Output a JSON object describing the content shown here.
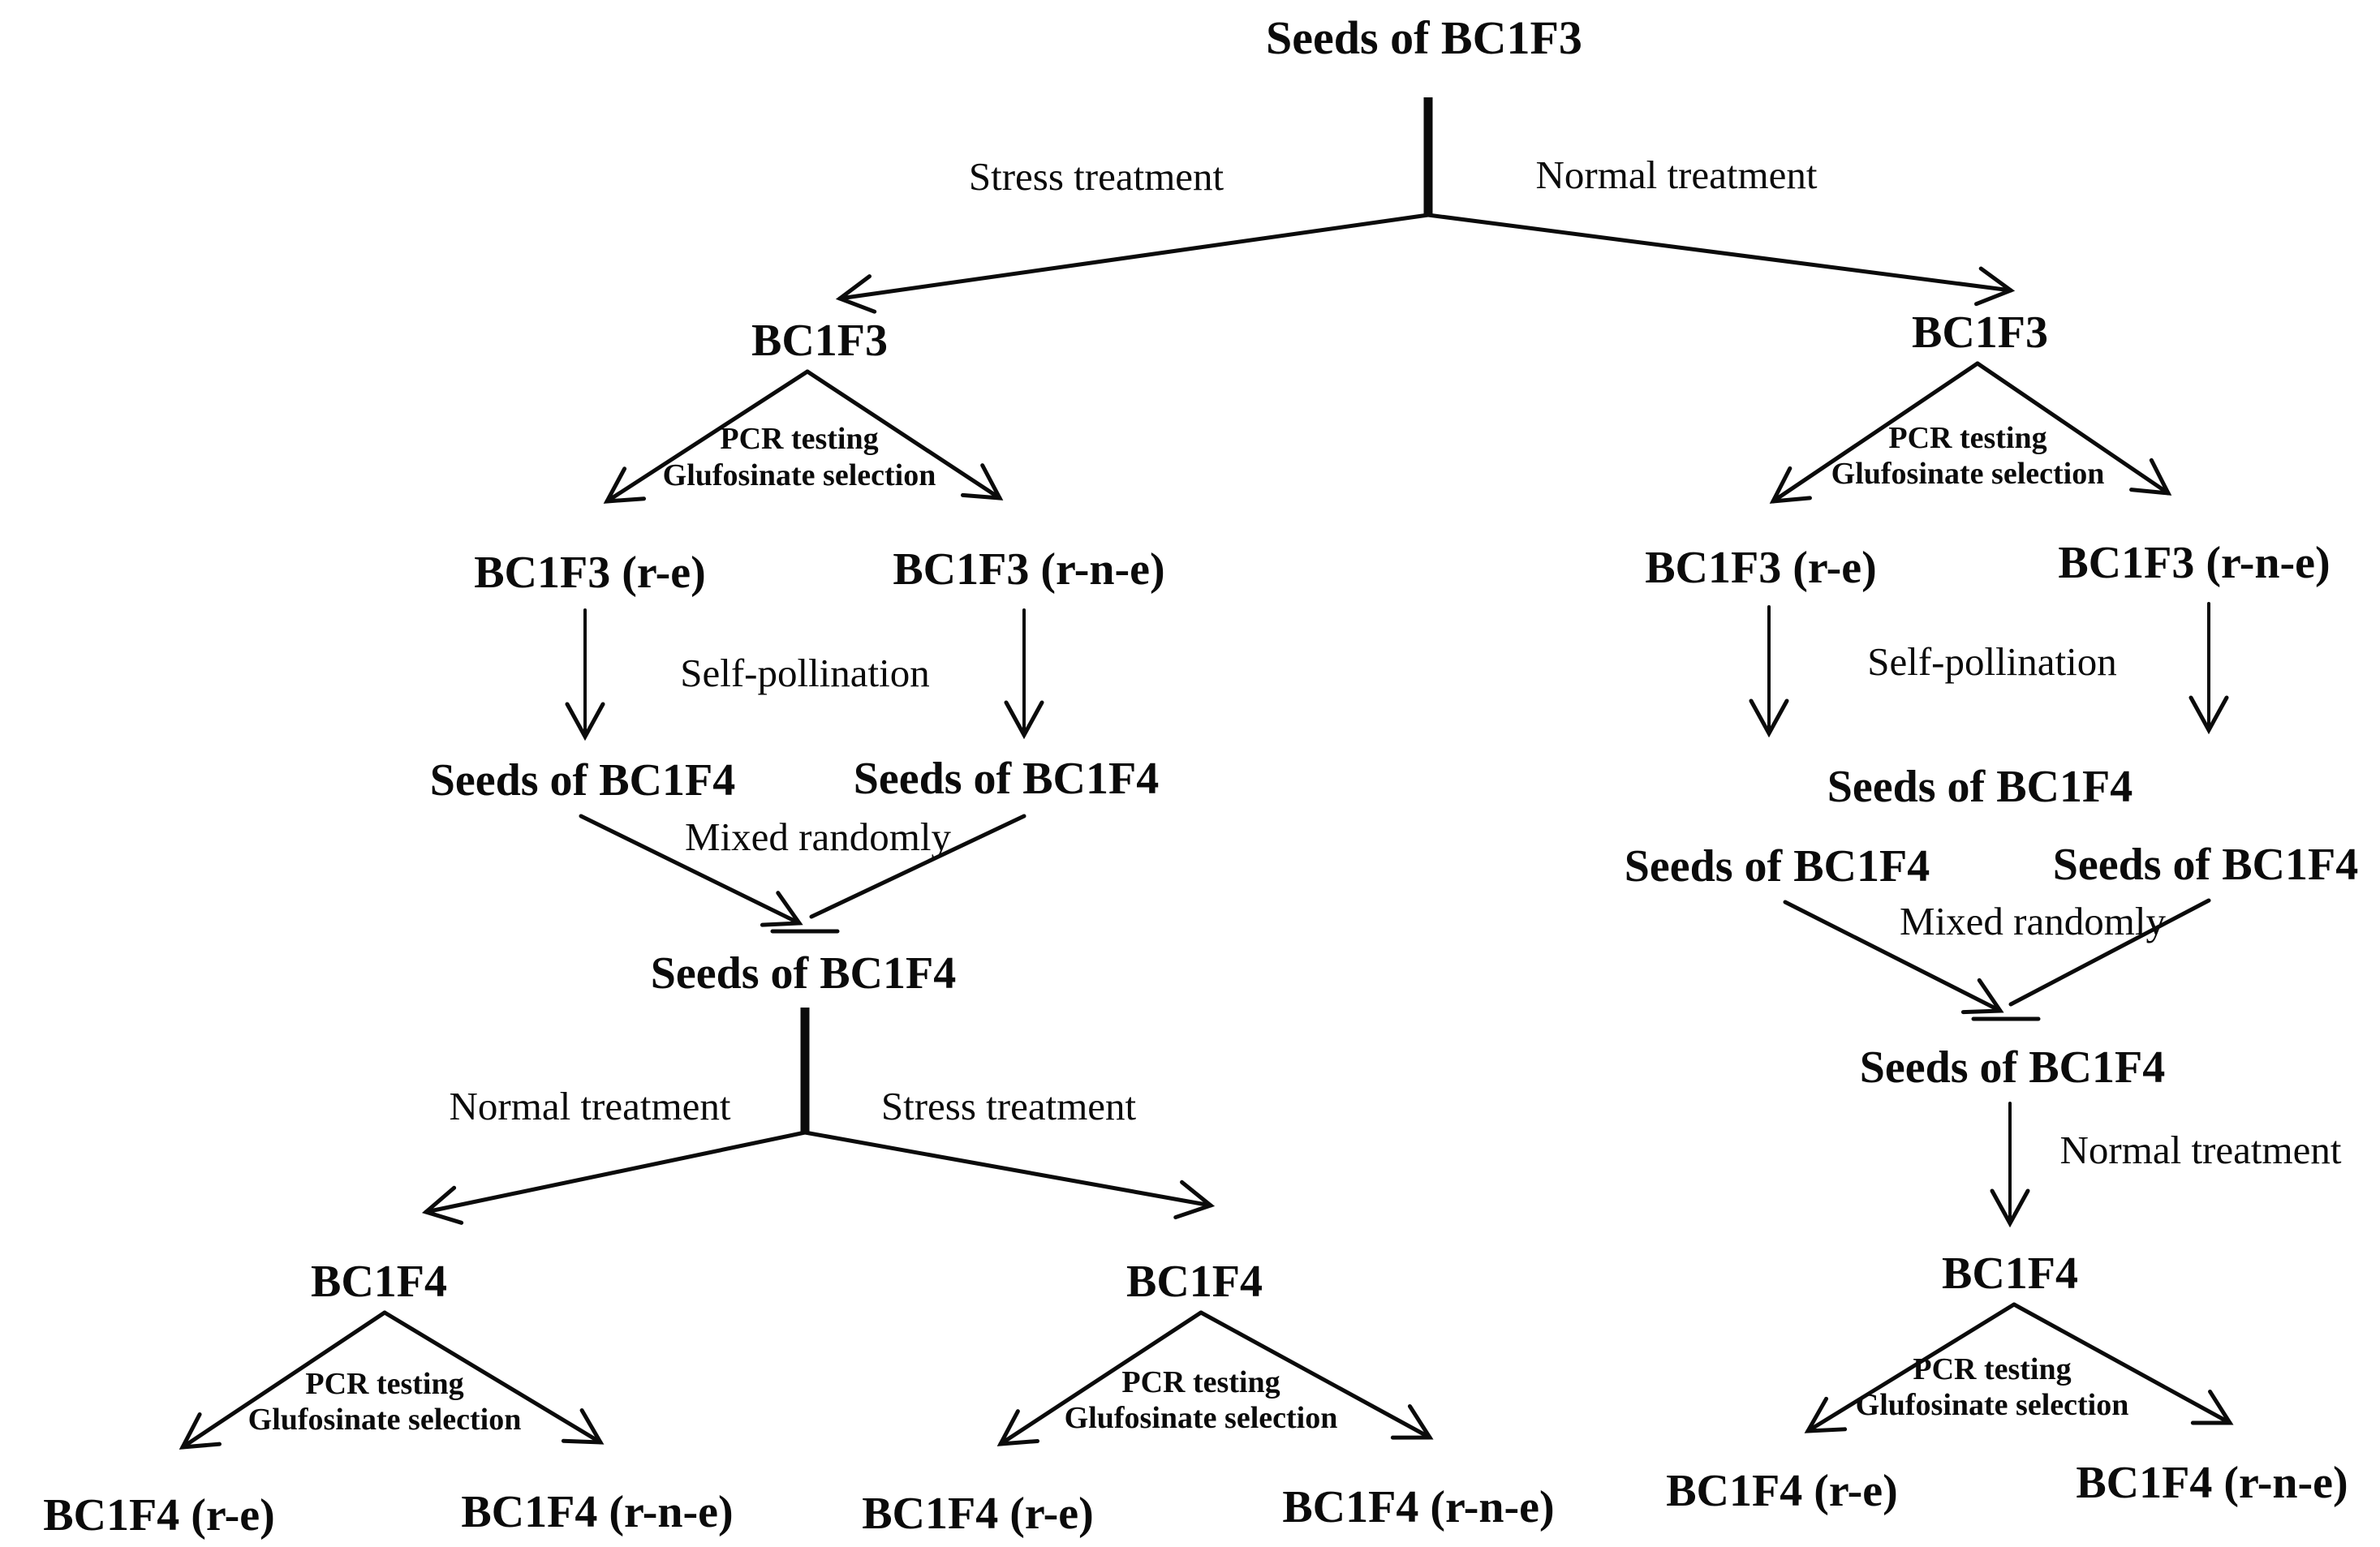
{
  "root_label": "Seeds of BC1F3",
  "top_branches": {
    "left_label": "Stress treatment",
    "right_label": "Normal treatment"
  },
  "stress_branch": {
    "node": "BC1F3",
    "selection": {
      "line1": "PCR testing",
      "line2": "Glufosinate selection"
    },
    "resistant": "BC1F3 (r-e)",
    "nonresistant": "BC1F3 (r-n-e)",
    "self_pollination": "Self-pollination",
    "seeds_left": "Seeds of BC1F4",
    "seeds_right": "Seeds of BC1F4",
    "mix_label": "Mixed randomly",
    "seeds_mixed": "Seeds of BC1F4",
    "second_branches": {
      "left_label": "Normal treatment",
      "right_label": "Stress treatment"
    },
    "normal_subtree": {
      "node": "BC1F4",
      "selection": {
        "line1": "PCR testing",
        "line2": "Glufosinate selection"
      },
      "resistant": "BC1F4 (r-e)",
      "nonresistant": "BC1F4 (r-n-e)"
    },
    "stress_subtree": {
      "node": "BC1F4",
      "selection": {
        "line1": "PCR testing",
        "line2": "Glufosinate selection"
      },
      "resistant": "BC1F4 (r-e)",
      "nonresistant": "BC1F4 (r-n-e)"
    }
  },
  "normal_branch": {
    "node": "BC1F3",
    "selection": {
      "line1": "PCR testing",
      "line2": "Glufosinate selection"
    },
    "resistant": "BC1F3 (r-e)",
    "nonresistant": "BC1F3 (r-n-e)",
    "self_pollination": "Self-pollination",
    "seeds_center": "Seeds of BC1F4",
    "seeds_left": "Seeds of BC1F4",
    "seeds_right": "Seeds of BC1F4",
    "mix_label": "Mixed randomly",
    "seeds_mixed": "Seeds of BC1F4",
    "treatment_label": "Normal treatment",
    "subtree": {
      "node": "BC1F4",
      "selection": {
        "line1": "PCR testing",
        "line2": "Glufosinate selection"
      },
      "resistant": "BC1F4 (r-e)",
      "nonresistant": "BC1F4 (r-n-e)"
    }
  },
  "colors": {
    "text": "#0b0b0b",
    "line": "#0b0b0b",
    "background": "#ffffff"
  }
}
